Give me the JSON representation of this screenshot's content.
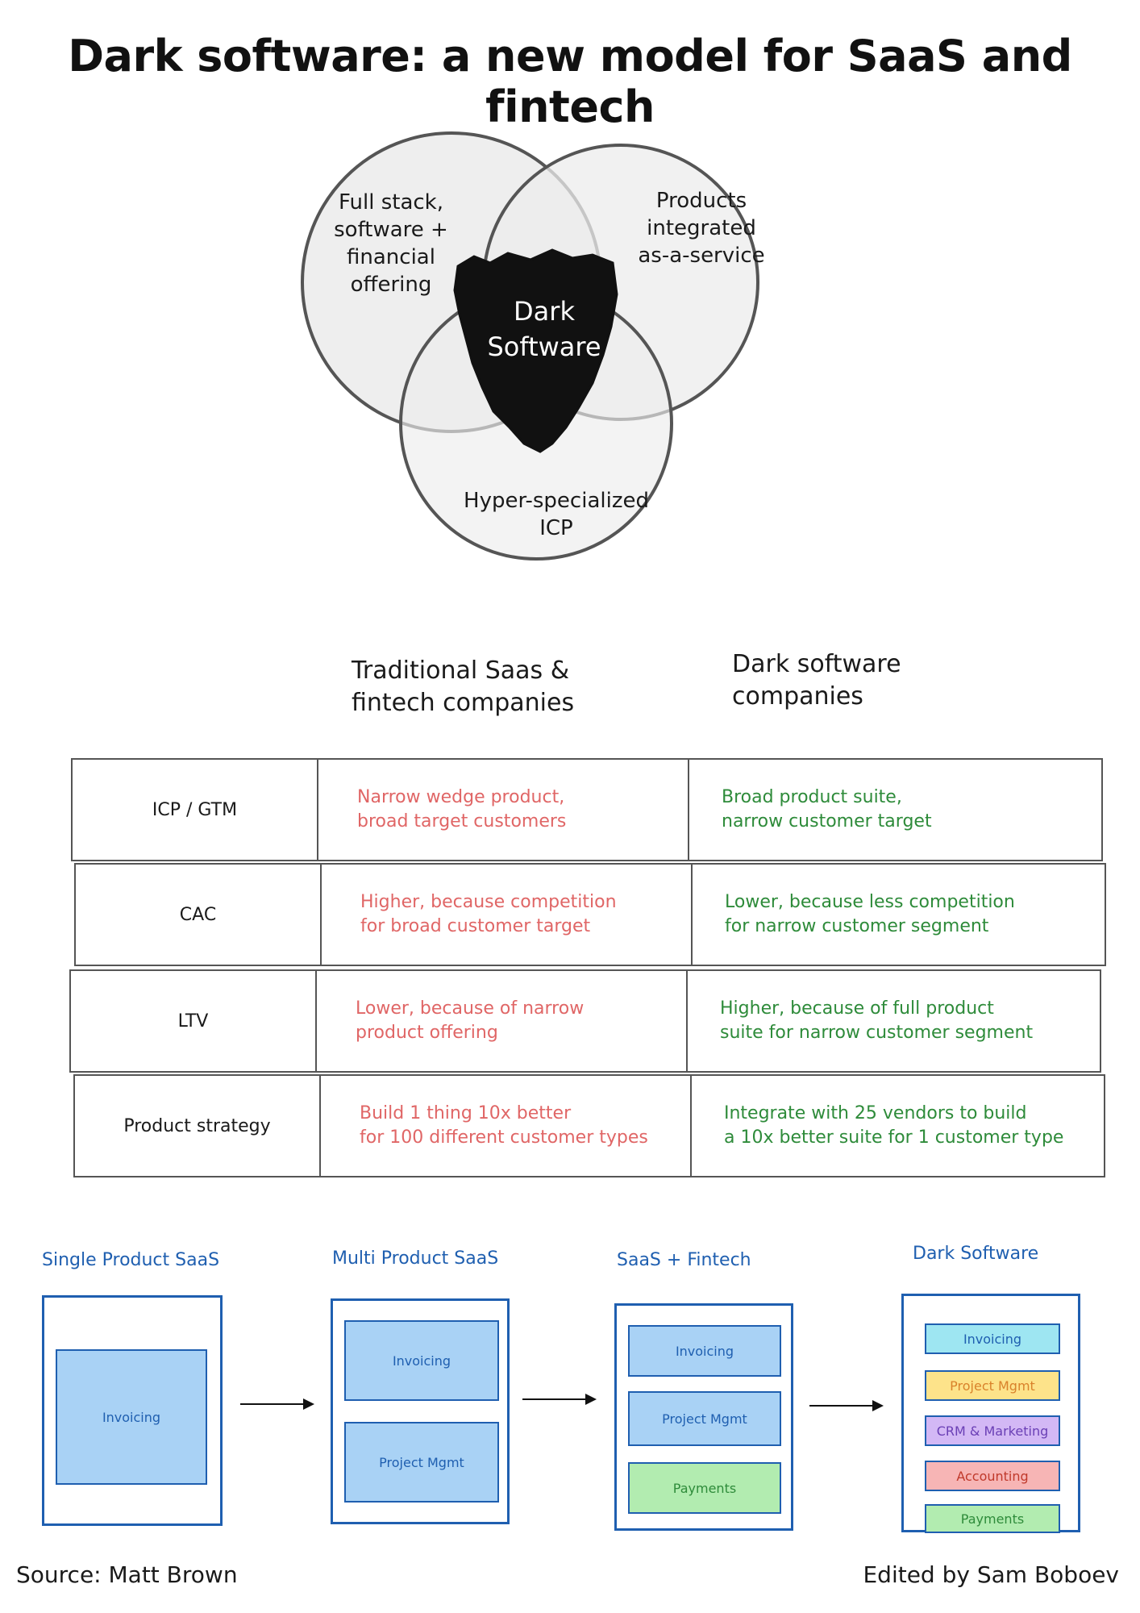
{
  "title": "Dark software: a new model for SaaS and fintech",
  "venn": {
    "left": "Full stack,\nsoftware +\nfinancial\noffering",
    "right": "Products\nintegrated\nas-a-service",
    "bottom": "Hyper-specialized\nICP",
    "center": "Dark\nSoftware"
  },
  "comparison": {
    "headers": {
      "traditional": "Traditional Saas &\nfintech companies",
      "dark": "Dark software\ncompanies"
    },
    "rows": [
      {
        "label": "ICP / GTM",
        "traditional": "Narrow wedge product,\nbroad target customers",
        "dark": "Broad product suite,\nnarrow customer target"
      },
      {
        "label": "CAC",
        "traditional": "Higher, because competition\nfor broad customer target",
        "dark": "Lower, because less competition\nfor narrow customer segment"
      },
      {
        "label": "LTV",
        "traditional": "Lower, because of narrow\nproduct offering",
        "dark": "Higher, because of full product\nsuite for narrow customer segment"
      },
      {
        "label": "Product strategy",
        "traditional": "Build 1 thing 10x better\nfor 100 different customer types",
        "dark": "Integrate with 25 vendors to build\na 10x better suite for 1 customer type"
      }
    ]
  },
  "evolution": {
    "stages": [
      {
        "title": "Single Product SaaS",
        "modules": [
          {
            "label": "Invoicing",
            "color": "#a9d2f5"
          }
        ]
      },
      {
        "title": "Multi Product SaaS",
        "modules": [
          {
            "label": "Invoicing",
            "color": "#a9d2f5"
          },
          {
            "label": "Project Mgmt",
            "color": "#a9d2f5"
          }
        ]
      },
      {
        "title": "SaaS + Fintech",
        "modules": [
          {
            "label": "Invoicing",
            "color": "#a9d2f5"
          },
          {
            "label": "Project Mgmt",
            "color": "#a9d2f5"
          },
          {
            "label": "Payments",
            "color": "#b2ecb0"
          }
        ]
      },
      {
        "title": "Dark Software",
        "modules": [
          {
            "label": "Invoicing",
            "color": "#9ee6f2"
          },
          {
            "label": "Project Mgmt",
            "color": "#fde38a"
          },
          {
            "label": "CRM & Marketing",
            "color": "#d3b8f5"
          },
          {
            "label": "Accounting",
            "color": "#f7b5b5"
          },
          {
            "label": "Payments",
            "color": "#b2ecb0"
          }
        ]
      }
    ]
  },
  "footer": {
    "source": "Source: Matt Brown",
    "editor": "Edited by Sam Boboev"
  }
}
